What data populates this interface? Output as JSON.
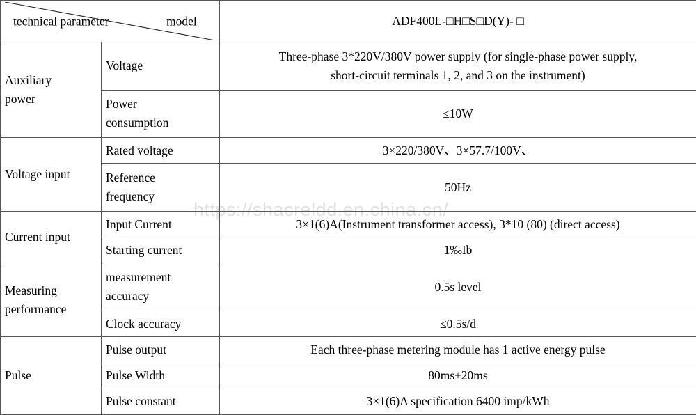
{
  "document": {
    "title": "ADF400L Technical Parameter Table",
    "watermark": "https://shacreldd.en.china.cn/"
  },
  "header": {
    "row_label": "technical parameter",
    "col_label": "model",
    "model": "ADF400L-□H□S□D(Y)- □"
  },
  "table": {
    "groups": [
      {
        "name": "auxiliary-power",
        "label_line1": "Auxiliary",
        "label_line2": "power",
        "rows": [
          {
            "name": "voltage",
            "param": "Voltage",
            "param_line2": "",
            "value_line1": "Three-phase 3*220V/380V power supply (for single-phase power supply,",
            "value_line2": "short-circuit terminals 1, 2, and 3 on the instrument)"
          },
          {
            "name": "power-consumption",
            "param": "Power",
            "param_line2": "consumption",
            "value_line1": "≤10W",
            "value_line2": ""
          }
        ]
      },
      {
        "name": "voltage-input",
        "label_line1": "Voltage input",
        "label_line2": "",
        "rows": [
          {
            "name": "rated-voltage",
            "param": "Rated voltage",
            "param_line2": "",
            "value_line1": "3×220/380V、3×57.7/100V、",
            "value_line2": ""
          },
          {
            "name": "reference-frequency",
            "param": "Reference",
            "param_line2": "frequency",
            "value_line1": "50Hz",
            "value_line2": ""
          }
        ]
      },
      {
        "name": "current-input",
        "label_line1": "Current input",
        "label_line2": "",
        "rows": [
          {
            "name": "input-current",
            "param": "Input Current",
            "param_line2": "",
            "value_line1": "3×1(6)A(Instrument transformer access), 3*10 (80) (direct access)",
            "value_line2": ""
          },
          {
            "name": "starting-current",
            "param": "Starting current",
            "param_line2": "",
            "value_line1": "1‰Ib",
            "value_line2": ""
          }
        ]
      },
      {
        "name": "measuring-performance",
        "label_line1": "Measuring",
        "label_line2": "performance",
        "rows": [
          {
            "name": "measurement-accuracy",
            "param": "measurement",
            "param_line2": "accuracy",
            "value_line1": "0.5s level",
            "value_line2": ""
          },
          {
            "name": "clock-accuracy",
            "param": "Clock accuracy",
            "param_line2": "",
            "value_line1": "≤0.5s/d",
            "value_line2": ""
          }
        ]
      },
      {
        "name": "pulse",
        "label_line1": "Pulse",
        "label_line2": "",
        "rows": [
          {
            "name": "pulse-output",
            "param": "Pulse output",
            "param_line2": "",
            "value_line1": "Each three-phase metering module has 1 active energy pulse",
            "value_line2": ""
          },
          {
            "name": "pulse-width",
            "param": "Pulse Width",
            "param_line2": "",
            "value_line1": "80ms±20ms",
            "value_line2": ""
          },
          {
            "name": "pulse-constant",
            "param": "Pulse constant",
            "param_line2": "",
            "value_line1": "3×1(6)A specification 6400 imp/kWh",
            "value_line2": ""
          }
        ]
      }
    ]
  }
}
